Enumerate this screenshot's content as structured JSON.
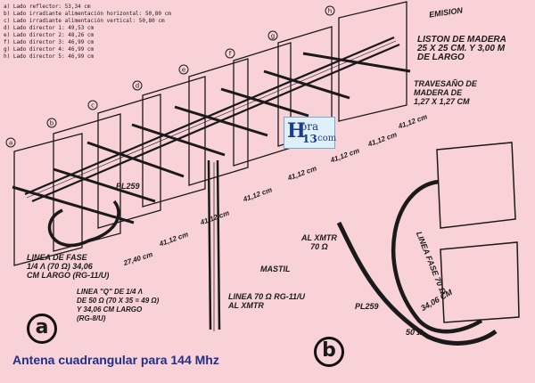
{
  "dims": [
    "a) Lado reflector: 53,34 cm",
    "b) Lado irradiante alimentación horizontal: 50,80 cm",
    "c) Lado irradiante alimentación vertical: 50,80 cm",
    "d) Lado director 1: 49,53 cm",
    "e) Lado director 2: 48,26 cm",
    "f) Lado director 3: 46,99 cm",
    "g) Lado director 4: 46,99 cm",
    "h) Lado director 5: 46,99 cm"
  ],
  "element_letters": [
    "a",
    "b",
    "c",
    "d",
    "e",
    "f",
    "g",
    "h"
  ],
  "spacings": [
    "27,40 cm",
    "41,12 cm",
    "41,12 cm",
    "41,12 cm",
    "41,12 cm",
    "41,12 cm",
    "41,12 cm",
    "41,12 cm"
  ],
  "labels": {
    "emision": "EMISION",
    "liston": "LISTON DE MADERA\n25 X 25 CM. Y 3,00 M\nDE LARGO",
    "travesano": "TRAVESAÑO DE\nMADERA DE\n1,27 X 1,27 CM",
    "pl259": "PL259",
    "linea_fase": "LINEA DE FASE\n1/4 λ (70 Ω) 34,06\nCM LARGO (RG-11/U)",
    "linea_q": "LINEA \"Q\" DE 1/4 λ\nDE 50 Ω (70 X 35 = 49 Ω)\nY 34,06 CM LARGO\n(RG-8/U)",
    "mastil": "MASTIL",
    "linea_70": "LINEA 70 Ω RG-11/U\nAL XMTR",
    "al_xmtr": "AL XMTR\n70 Ω",
    "pl259_b": "PL259",
    "fase_b": "LINEA FASE 70 Ω",
    "measure_b": "34,06",
    "ohm_b": "50 Ω",
    "measure_b2": "34,06 cm"
  },
  "circle_a": "a",
  "circle_b": "b",
  "caption": "Antena cuadrangular para 144 Mhz",
  "logo": {
    "h": "H",
    "ora": "ora",
    "num": "13",
    "com": ".com"
  }
}
